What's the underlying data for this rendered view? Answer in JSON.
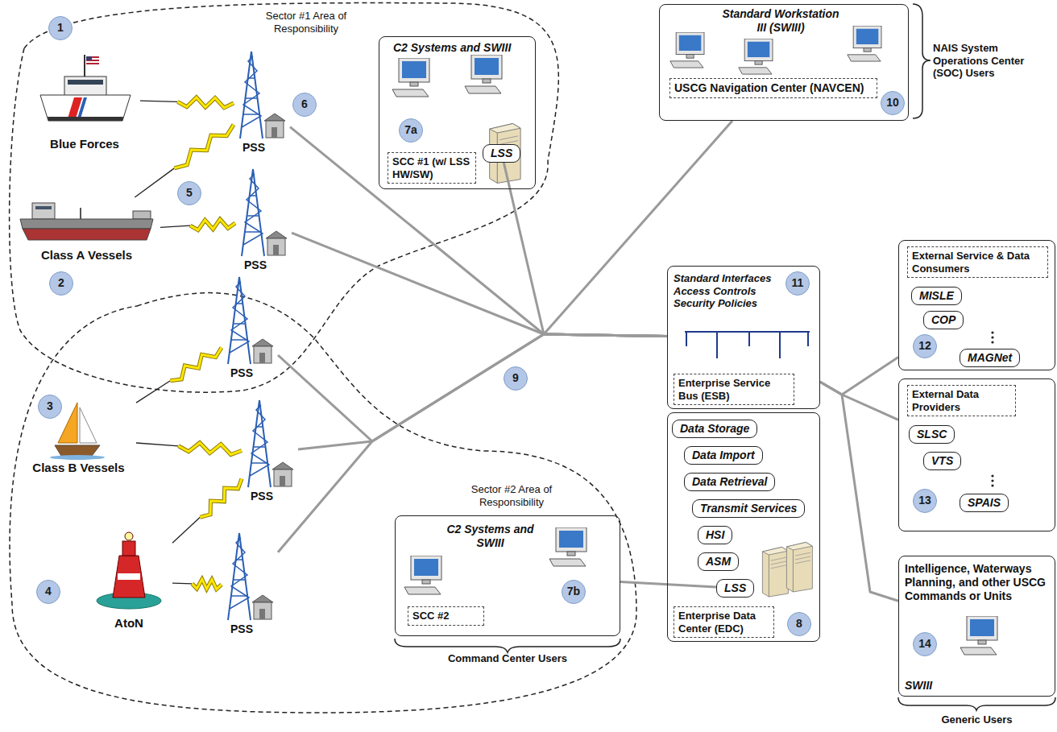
{
  "diagram": {
    "nodes": [
      {
        "text": [
          "C2 Systems and SWIII",
          "SCC #1 (w/ LSS HW/SW)"
        ]
      },
      {
        "text": [
          "LSS"
        ],
        "in": 0
      },
      {
        "text": [
          "Standard Workstation III (SWIII)",
          "USCG Navigation Center (NAVCEN)"
        ]
      },
      {
        "text": [
          "Standard Interfaces Access Controls Security Policies",
          "Enterprise Service Bus (ESB)"
        ]
      },
      {
        "text": [
          "External Service & Data Consumers"
        ]
      },
      {
        "text": [
          "MISLE"
        ],
        "in": 4
      },
      {
        "text": [
          "COP"
        ],
        "in": 4
      },
      {
        "text": [
          "MAGNet"
        ],
        "in": 4
      },
      {
        "text": [
          "External Data Providers"
        ]
      },
      {
        "text": [
          "SLSC"
        ],
        "in": 8
      },
      {
        "text": [
          "VTS"
        ],
        "in": 8
      },
      {
        "text": [
          "SPAIS"
        ],
        "in": 8
      },
      {
        "text": [
          "C2 Systems and SWIII",
          "SCC #2"
        ]
      },
      {
        "text": [
          "Enterprise Data Center (EDC)"
        ]
      },
      {
        "text": [
          "Data Storage"
        ],
        "in": 13
      },
      {
        "text": [
          "Data Import"
        ],
        "in": 13
      },
      {
        "text": [
          "Data Retrieval"
        ],
        "in": 13
      },
      {
        "text": [
          "Transmit Services"
        ],
        "in": 13
      },
      {
        "text": [
          "HSI"
        ],
        "in": 13
      },
      {
        "text": [
          "ASM"
        ],
        "in": 13
      },
      {
        "text": [
          "LSS"
        ],
        "in": 13
      },
      {
        "text": [
          "Intelligence, Waterways Planning, and other USCG Commands or Units",
          "SWIII"
        ]
      },
      {
        "text": [
          "Blue Forces"
        ]
      },
      {
        "text": [
          "Class A Vessels"
        ]
      },
      {
        "text": [
          "Class B Vessels"
        ]
      },
      {
        "text": [
          "AtoN"
        ]
      },
      {
        "text": [
          "PSS"
        ]
      },
      {
        "text": [
          "PSS"
        ]
      },
      {
        "text": [
          "PSS"
        ]
      },
      {
        "text": [
          "PSS"
        ]
      },
      {
        "text": [
          "PSS"
        ]
      }
    ],
    "edges": [
      {
        "from": 22,
        "to": 26,
        "arrow": "none"
      },
      {
        "from": 23,
        "to": 26,
        "arrow": "none"
      },
      {
        "from": 23,
        "to": 27,
        "arrow": "none"
      },
      {
        "from": 24,
        "to": 28,
        "arrow": "none"
      },
      {
        "from": 24,
        "to": 29,
        "arrow": "none"
      },
      {
        "from": 25,
        "to": 29,
        "arrow": "none"
      },
      {
        "from": 25,
        "to": 30,
        "arrow": "none"
      },
      {
        "from": 26,
        "to": 3,
        "arrow": "none"
      },
      {
        "from": 27,
        "to": 3,
        "arrow": "none"
      },
      {
        "from": 28,
        "to": 3,
        "arrow": "none"
      },
      {
        "from": 29,
        "to": 3,
        "arrow": "none"
      },
      {
        "from": 30,
        "to": 3,
        "arrow": "none"
      },
      {
        "from": 1,
        "to": 3,
        "arrow": "none"
      },
      {
        "from": 2,
        "to": 3,
        "arrow": "none"
      },
      {
        "from": 3,
        "to": 4,
        "arrow": "none"
      },
      {
        "from": 3,
        "to": 8,
        "arrow": "none"
      },
      {
        "from": 3,
        "to": 21,
        "arrow": "none"
      },
      {
        "from": 12,
        "to": 20,
        "arrow": "none"
      }
    ],
    "labels": [
      "Sector #1 Area of Responsibility",
      "Sector #2 Area of Responsibility",
      "NAIS System Operations Center (SOC) Users",
      "Command Center Users",
      "Generic Users",
      "1",
      "2",
      "3",
      "4",
      "5",
      "6",
      "7a",
      "7b",
      "8",
      "9",
      "10",
      "11",
      "12",
      "13",
      "14"
    ]
  }
}
